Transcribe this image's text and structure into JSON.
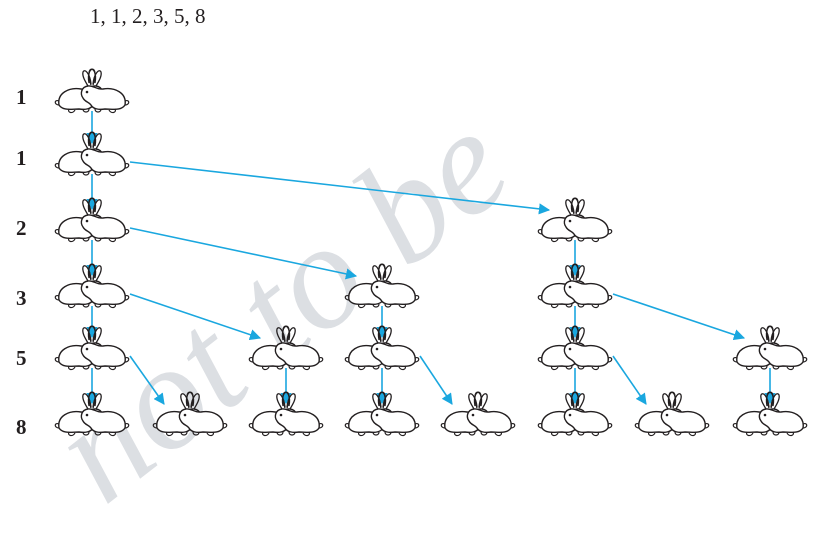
{
  "watermark_text": "not to be",
  "sequence_text": "1, 1, 2, 3, 5, 8",
  "generation_labels": [
    "1",
    "1",
    "2",
    "3",
    "5",
    "8"
  ],
  "colors": {
    "arrow": "#1aa7df",
    "ink": "#231f20",
    "watermark": "#dcdfe3"
  },
  "icons": {
    "pair": "rabbit-pair-icon"
  },
  "tree": {
    "pairs_per_generation": [
      1,
      1,
      2,
      3,
      5,
      8
    ],
    "edges_note_free": true
  }
}
